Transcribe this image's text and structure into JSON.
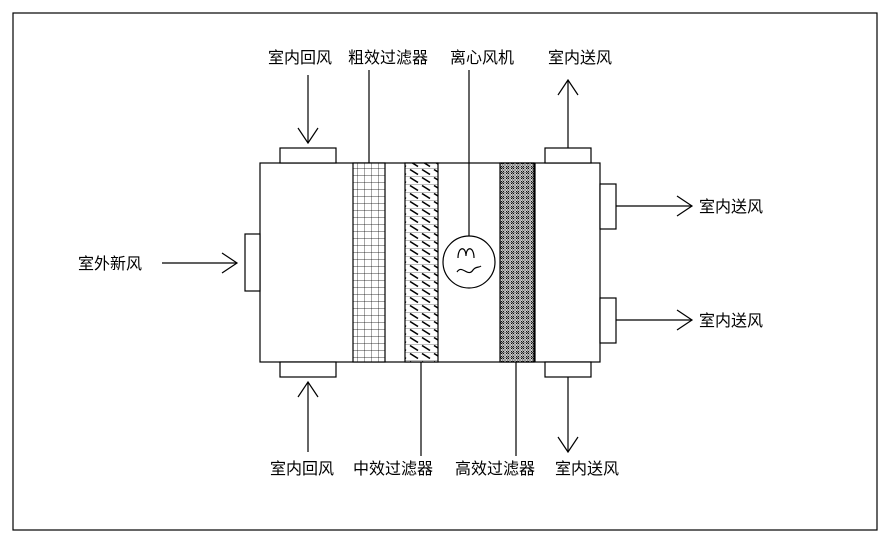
{
  "labels": {
    "return_air_top": "室内回风",
    "coarse_filter": "粗效过滤器",
    "centrifugal_fan": "离心风机",
    "supply_top": "室内送风",
    "supply_right_1": "室内送风",
    "supply_right_2": "室内送风",
    "fresh_air": "室外新风",
    "return_air_bottom": "室内回风",
    "medium_filter": "中效过滤器",
    "high_filter": "高效过滤器",
    "supply_bottom": "室内送风"
  },
  "fan_symbol": "fan-icon",
  "colors": {
    "line": "#000000",
    "background": "#ffffff"
  }
}
